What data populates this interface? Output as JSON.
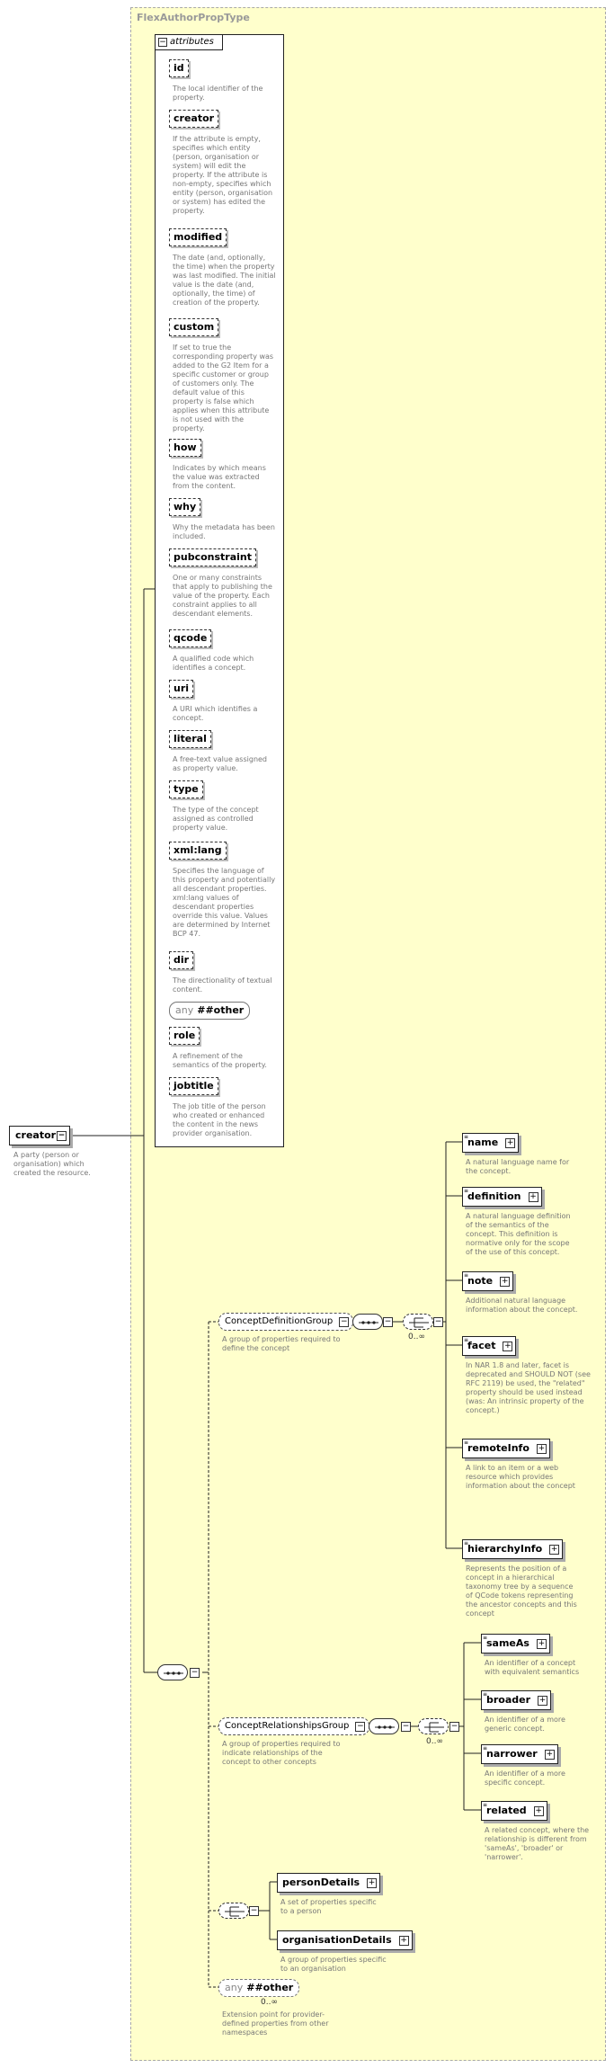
{
  "type_name": "FlexAuthorPropType",
  "root": {
    "name": "creator",
    "description": "A party (person or organisation) which created the resource."
  },
  "attributes_label": "attributes",
  "attributes": [
    {
      "name": "id",
      "description": "The local identifier of the property."
    },
    {
      "name": "creator",
      "description": "If the attribute is empty, specifies which entity (person, organisation or system) will edit the property. If the attribute is non-empty, specifies which entity (person, organisation or system) has edited the property."
    },
    {
      "name": "modified",
      "description": "The date (and, optionally, the time) when the property was last modified. The initial value is the date (and, optionally, the time) of creation of the property."
    },
    {
      "name": "custom",
      "description": "If set to true the corresponding property was added to the G2 Item for a specific customer or group of customers only. The default value of this property is false which applies when this attribute is not used with the property."
    },
    {
      "name": "how",
      "description": "Indicates by which means the value was extracted from the content."
    },
    {
      "name": "why",
      "description": "Why the metadata has been included."
    },
    {
      "name": "pubconstraint",
      "description": "One or many constraints that apply to publishing the value of the property. Each constraint applies to all descendant elements."
    },
    {
      "name": "qcode",
      "description": "A qualified code which identifies a concept."
    },
    {
      "name": "uri",
      "description": "A URI which identifies a concept."
    },
    {
      "name": "literal",
      "description": "A free-text value assigned as property value."
    },
    {
      "name": "type",
      "description": "The type of the concept assigned as controlled property value."
    },
    {
      "name": "xml:lang",
      "description": "Specifies the language of this property and potentially all descendant properties. xml:lang values of descendant properties override this value. Values are determined by Internet BCP 47."
    },
    {
      "name": "dir",
      "description": "The directionality of textual content."
    },
    {
      "name": "role",
      "description": "A refinement of the semantics of the property."
    },
    {
      "name": "jobtitle",
      "description": "The job title of the person who created or enhanced the content in the news provider organisation."
    }
  ],
  "attr_any": {
    "label": "any",
    "value": "##other"
  },
  "concept_definition_group": {
    "name": "ConceptDefinitionGroup",
    "description": "A group of properties required to define the concept",
    "occurrence": "0..∞",
    "elements": [
      {
        "name": "name",
        "description": "A natural language name for the concept."
      },
      {
        "name": "definition",
        "description": "A natural language definition of the semantics of the concept. This definition is normative only for the scope of the use of this concept."
      },
      {
        "name": "note",
        "description": "Additional natural language information about the concept."
      },
      {
        "name": "facet",
        "description": "In NAR 1.8 and later, facet is deprecated and SHOULD NOT (see RFC 2119) be used, the \"related\" property should be used instead (was: An intrinsic property of the concept.)"
      },
      {
        "name": "remoteInfo",
        "description": "A link to an item or a web resource which provides information about the concept"
      },
      {
        "name": "hierarchyInfo",
        "description": "Represents the position of a concept in a hierarchical taxonomy tree by a sequence of QCode tokens representing the ancestor concepts and this concept"
      }
    ]
  },
  "concept_relationships_group": {
    "name": "ConceptRelationshipsGroup",
    "description": "A group of properties required to indicate relationships of the concept to other concepts",
    "occurrence": "0..∞",
    "elements": [
      {
        "name": "sameAs",
        "description": "An identifier of a concept with equivalent semantics"
      },
      {
        "name": "broader",
        "description": "An identifier of a more generic concept."
      },
      {
        "name": "narrower",
        "description": "An identifier of a more specific concept."
      },
      {
        "name": "related",
        "description": "A related concept, where the relationship is different from 'sameAs', 'broader' or 'narrower'."
      }
    ]
  },
  "details_choice": {
    "elements": [
      {
        "name": "personDetails",
        "description": "A set of properties specific to a person"
      },
      {
        "name": "organisationDetails",
        "description": "A group of properties specific to an organisation"
      }
    ]
  },
  "element_any": {
    "label": "any",
    "value": "##other",
    "occurrence": "0..∞",
    "description": "Extension point for provider-defined properties from other namespaces"
  }
}
